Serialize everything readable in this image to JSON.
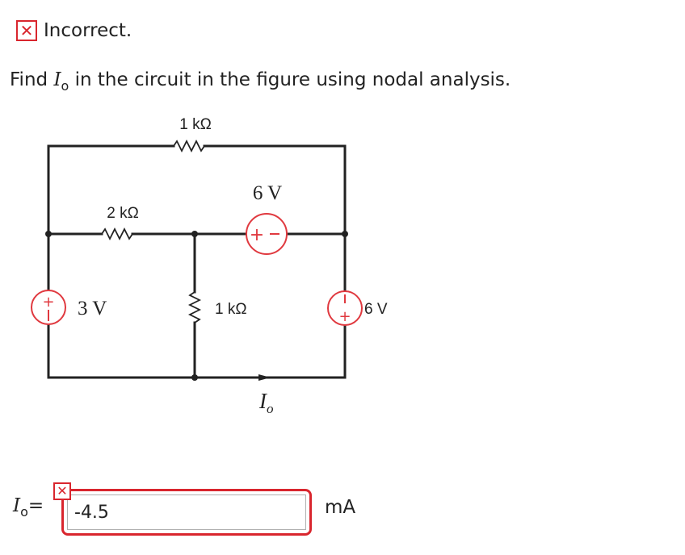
{
  "status": {
    "icon": "close-icon",
    "glyph": "✕",
    "text": "Incorrect."
  },
  "question": {
    "prefix": "Find",
    "var": "I",
    "var_sub": "o",
    "suffix": "in the circuit in the figure using nodal analysis."
  },
  "circuit": {
    "r_top": "1 kΩ",
    "r_left": "2 kΩ",
    "r_mid": "1 kΩ",
    "v_top_label": "6 V",
    "v_left_label": "3 V",
    "v_right_label": "6 V",
    "current_label": "I",
    "current_sub": "o"
  },
  "answer": {
    "label_var": "I",
    "label_sub": "o",
    "label_eq": "=",
    "value": "-4.5",
    "unit": "mA",
    "status_glyph": "✕"
  },
  "colors": {
    "error": "#d9262e",
    "wire": "#222222",
    "source_outline": "#e0393f"
  }
}
